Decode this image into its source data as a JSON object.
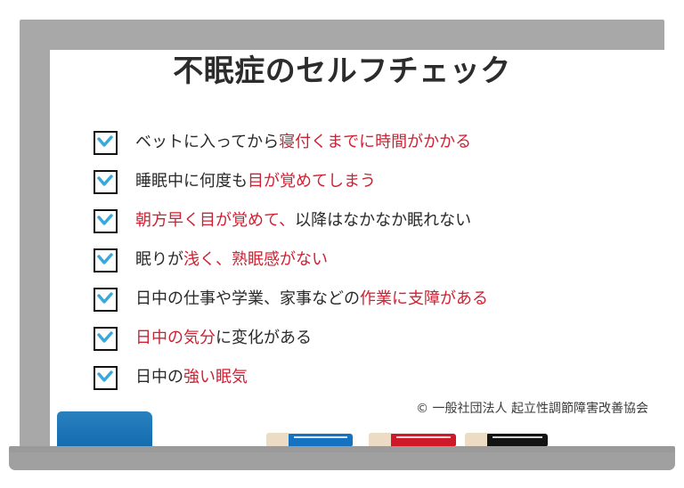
{
  "board": {
    "title": "不眠症のセルフチェック",
    "frame_color": "#a8a8a8",
    "surface_color": "#ffffff",
    "tray_color": "#a0a0a0"
  },
  "colors": {
    "accent_red": "#cf2133",
    "text_dark": "#2a2a2a",
    "check_cyan": "#37a8dd",
    "eraser_blue": "#1272b8",
    "marker_blue": "#1572c0",
    "marker_red": "#cf1828",
    "marker_black": "#131313",
    "marker_cap": "#ecdcc6"
  },
  "checklist": {
    "icon": "check-icon",
    "items": [
      {
        "segments": [
          {
            "text": "ベットに入ってから",
            "color": "dark"
          },
          {
            "text": "寝付くまでに時間がかかる",
            "color": "red"
          }
        ]
      },
      {
        "segments": [
          {
            "text": "睡眠中に何度も",
            "color": "dark"
          },
          {
            "text": "目が覚めてしまう",
            "color": "red"
          }
        ]
      },
      {
        "segments": [
          {
            "text": "朝方早く目が覚めて、",
            "color": "red"
          },
          {
            "text": "以降はなかなか眠れない",
            "color": "dark"
          }
        ]
      },
      {
        "segments": [
          {
            "text": "眠りが",
            "color": "dark"
          },
          {
            "text": "浅く、熟眠感がない",
            "color": "red"
          }
        ]
      },
      {
        "segments": [
          {
            "text": "日中の仕事や学業、家事などの",
            "color": "dark"
          },
          {
            "text": "作業に支障がある",
            "color": "red"
          }
        ]
      },
      {
        "segments": [
          {
            "text": "日中の気分",
            "color": "red"
          },
          {
            "text": "に変化がある",
            "color": "dark"
          }
        ]
      },
      {
        "segments": [
          {
            "text": "日中の",
            "color": "dark"
          },
          {
            "text": "強い眠気",
            "color": "red"
          }
        ]
      }
    ]
  },
  "copyright": "© 一般社団法人 起立性調節障害改善協会",
  "tray_items": [
    {
      "name": "whiteboard-eraser",
      "color": "#1272b8"
    },
    {
      "name": "marker-blue",
      "color": "#1572c0"
    },
    {
      "name": "marker-red",
      "color": "#cf1828"
    },
    {
      "name": "marker-black",
      "color": "#131313"
    }
  ]
}
